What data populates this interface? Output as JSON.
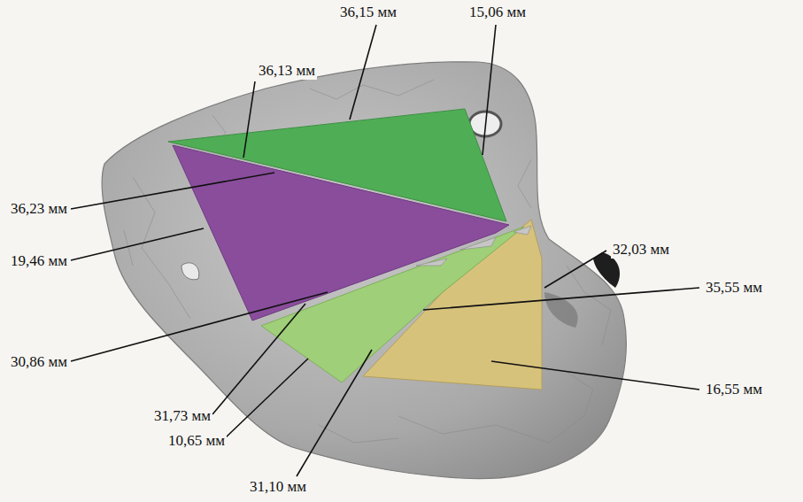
{
  "diagram": {
    "labels": [
      "36,15 мм",
      "15,06 мм",
      "36,13 мм",
      "36,23 мм",
      "32,03 мм",
      "19,46 мм",
      "35,55 мм",
      "30,86 мм",
      "16,55 мм",
      "31,73 мм",
      "10,65 мм",
      "31,10 мм"
    ]
  }
}
